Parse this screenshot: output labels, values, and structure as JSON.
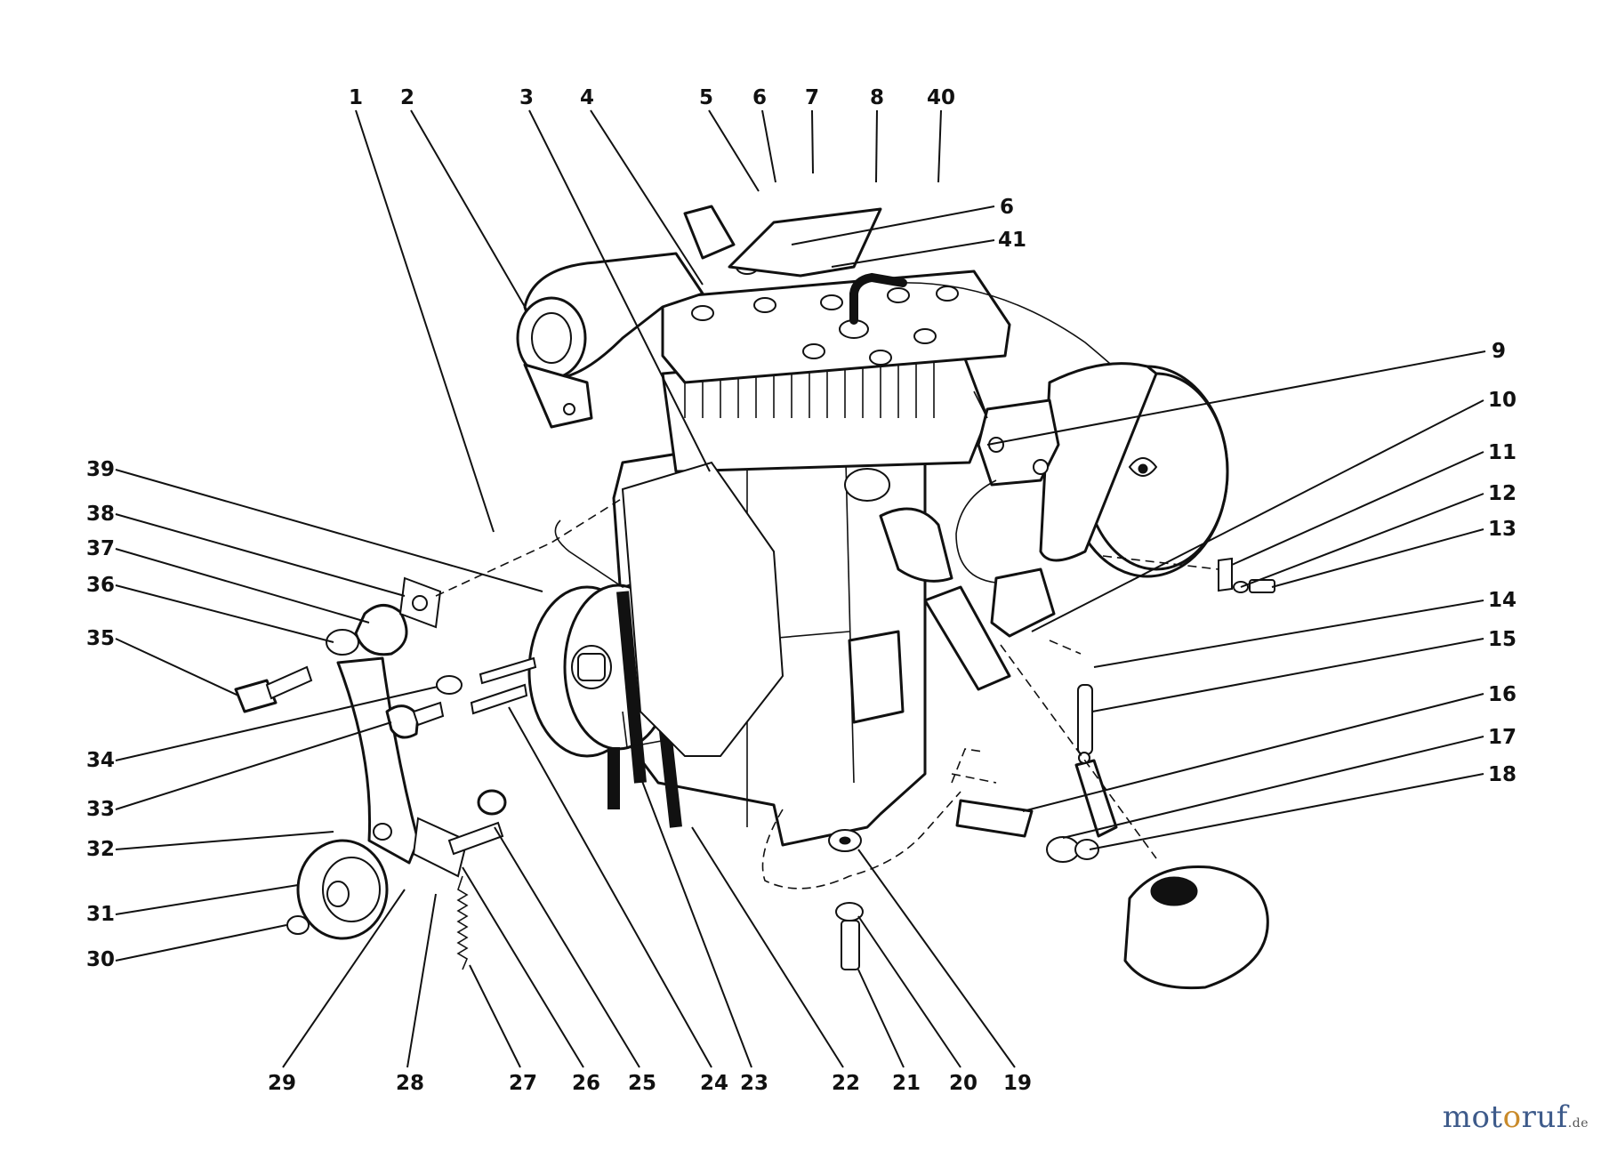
{
  "diagram": {
    "labels": [
      "1",
      "2",
      "3",
      "4",
      "5",
      "6",
      "7",
      "8",
      "40",
      "6",
      "41",
      "9",
      "10",
      "11",
      "12",
      "13",
      "14",
      "15",
      "16",
      "17",
      "18",
      "39",
      "38",
      "37",
      "36",
      "35",
      "34",
      "33",
      "32",
      "31",
      "30",
      "29",
      "28",
      "27",
      "26",
      "25",
      "24",
      "23",
      "22",
      "21",
      "20",
      "19"
    ]
  },
  "watermark": {
    "prefix": "mot",
    "o": "o",
    "rest": "ruf",
    "suffix": ".de"
  }
}
